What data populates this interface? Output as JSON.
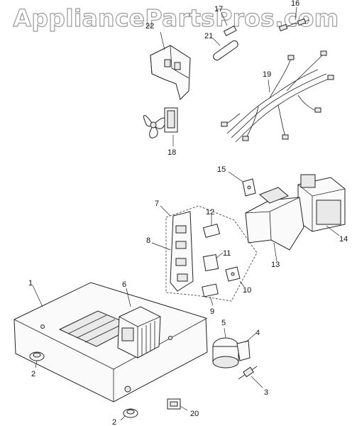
{
  "watermark": "AppliancePartsPros.com",
  "callouts": {
    "c1": "1",
    "c2a": "2",
    "c2b": "2",
    "c3": "3",
    "c4": "4",
    "c5": "5",
    "c6": "6",
    "c7": "7",
    "c8": "8",
    "c9": "9",
    "c10": "10",
    "c11": "11",
    "c12": "12",
    "c13": "13",
    "c14": "14",
    "c15": "15",
    "c16": "16",
    "c17": "17",
    "c18": "18",
    "c19": "19",
    "c20": "20",
    "c21": "21",
    "c22": "22"
  }
}
